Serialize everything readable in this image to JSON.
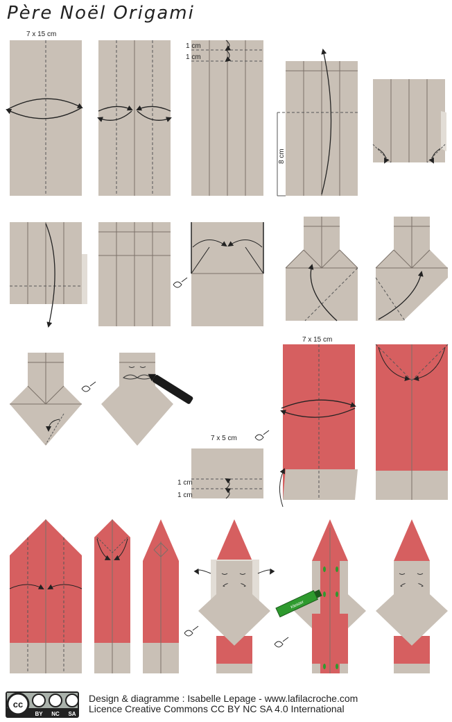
{
  "title": "Père Noël Origami",
  "labels": {
    "size_large_top": "7 x 15 cm",
    "size_large_red": "7 x 15 cm",
    "size_small": "7 x 5 cm",
    "one_cm": "1 cm",
    "eight_cm": "8 cm",
    "glue": "Kleister"
  },
  "footer": {
    "credit": "Design & diagramme : Isabelle Lepage - www.lafilacroche.com",
    "license": "Licence Creative Commons CC BY NC SA 4.0 International",
    "cc_logo": "cc",
    "cc_by": "BY",
    "cc_nc": "NC",
    "cc_sa": "SA"
  },
  "colors": {
    "paper_grey": "#c9c0b6",
    "paper_red": "#d65f60",
    "line": "#7a7068",
    "ink": "#222222",
    "glue_green": "#2e9a2e"
  }
}
